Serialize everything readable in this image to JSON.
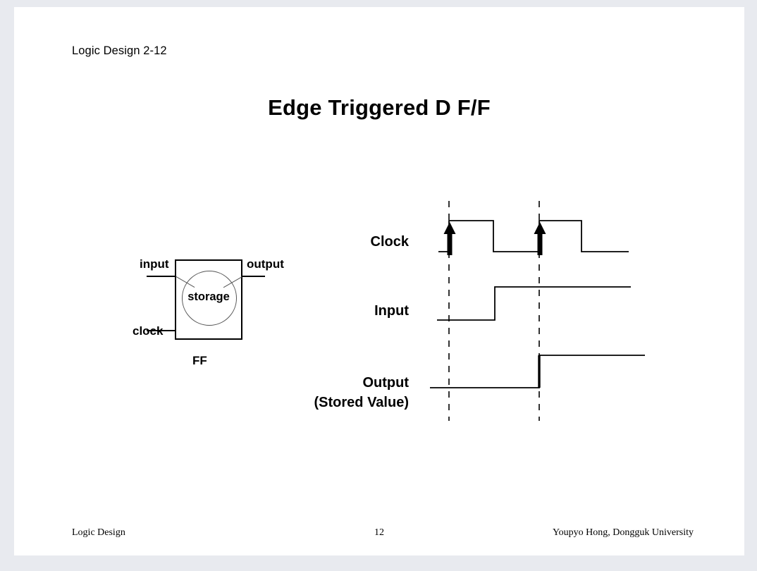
{
  "page": {
    "header": "Logic Design 2-12",
    "title": "Edge Triggered D F/F"
  },
  "ff_block": {
    "input_label": "input",
    "clock_label": "clock",
    "output_label": "output",
    "storage_label": "storage",
    "block_label": "FF"
  },
  "timing": {
    "clock_label": "Clock",
    "input_label": "Input",
    "output_label": "Output",
    "output_sublabel": "(Stored Value)"
  },
  "footer": {
    "left": "Logic Design",
    "page_number": "12",
    "right": "Youpyo Hong, Dongguk University"
  },
  "colors": {
    "page_background": "#ffffff",
    "canvas_background": "#e8eaef",
    "ink": "#000000",
    "circle_stroke": "#555555"
  },
  "chart_data": {
    "type": "line",
    "title": "Edge Triggered D F/F timing diagram",
    "xlabel": "",
    "ylabel": "",
    "grid": false,
    "legend": "left-labels",
    "annotations": [
      {
        "name": "rising-edge-marker-1",
        "x": 637,
        "note": "clock rising edge arrow"
      },
      {
        "name": "rising-edge-marker-2",
        "x": 765,
        "note": "clock rising edge arrow"
      }
    ],
    "dashed_guides": [
      637,
      765
    ],
    "series": [
      {
        "name": "Clock",
        "high_y": 313,
        "low_y": 357,
        "points": [
          [
            622,
            0
          ],
          [
            637,
            0
          ],
          [
            637,
            1
          ],
          [
            700,
            1
          ],
          [
            700,
            0
          ],
          [
            765,
            0
          ],
          [
            765,
            1
          ],
          [
            825,
            1
          ],
          [
            825,
            0
          ],
          [
            892,
            0
          ]
        ]
      },
      {
        "name": "Input",
        "high_y": 407,
        "low_y": 454,
        "points": [
          [
            620,
            0
          ],
          [
            702,
            0
          ],
          [
            702,
            1
          ],
          [
            895,
            1
          ]
        ]
      },
      {
        "name": "Output (Stored Value)",
        "high_y": 504,
        "low_y": 550,
        "points": [
          [
            610,
            0
          ],
          [
            765,
            0
          ],
          [
            765,
            1
          ],
          [
            915,
            1
          ]
        ]
      }
    ]
  }
}
